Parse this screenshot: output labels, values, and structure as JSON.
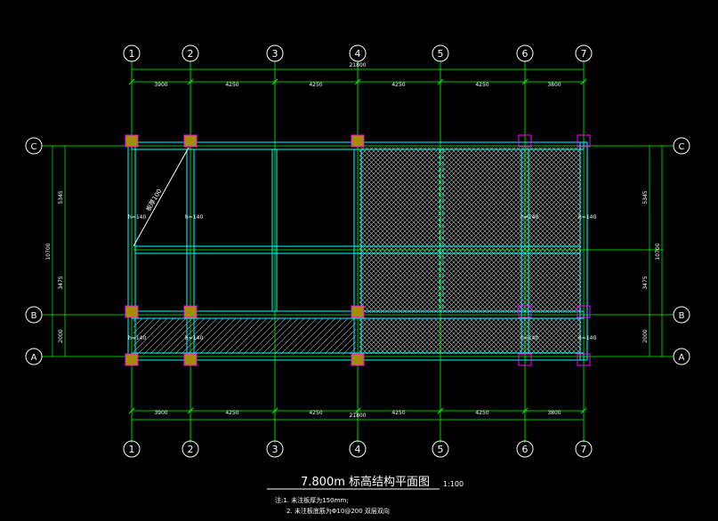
{
  "drawing": {
    "title": "7.800m 标高结构平面图",
    "scale": "1:100",
    "notes": {
      "line1": "注:1. 未注板厚为150mm;",
      "line2": "2. 未注板底筋为Φ10@200 双层双向"
    },
    "grid_columns": [
      "1",
      "2",
      "3",
      "4",
      "5",
      "6",
      "7"
    ],
    "grid_rows": [
      "C",
      "B",
      "A"
    ],
    "top_dims": {
      "spans": [
        "3900",
        "4250",
        "4250",
        "4250",
        "4250",
        "3800"
      ],
      "total": "21800"
    },
    "bottom_dims": {
      "spans": [
        "3900",
        "4250",
        "4250",
        "4250",
        "4250",
        "3800"
      ],
      "total": "21800"
    },
    "side_dims": {
      "spans": [
        "5345",
        "3475",
        "2000"
      ],
      "total": "10700"
    },
    "slab_label": "h=140",
    "diagonal_label": "板厚100",
    "colors": {
      "grid": "#00ff00",
      "beam": "#00ffff",
      "column_filled": "#a68c00",
      "column_outline": "#ff00ff",
      "text": "#ffffff",
      "hatch": "#bbbbbb"
    }
  }
}
